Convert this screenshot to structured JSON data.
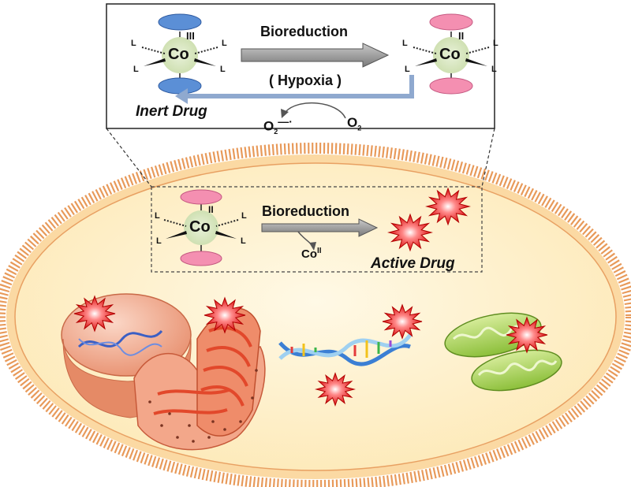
{
  "ligand": "L",
  "inert_complex": {
    "metal": "Co",
    "oxidation": "III"
  },
  "reduced_complex": {
    "metal": "Co",
    "oxidation": "II"
  },
  "cell_complex": {
    "metal": "Co",
    "oxidation": "II"
  },
  "top": {
    "bioreduction_label": "Bioreduction",
    "hypoxia_label": "( Hypoxia )",
    "inert_drug_label": "Inert Drug",
    "superoxide": {
      "base": "O",
      "sub": "2",
      "charge": "—·"
    },
    "oxygen": {
      "base": "O",
      "sub": "2"
    }
  },
  "cell": {
    "bioreduction_label": "Bioreduction",
    "released_ion": {
      "base": "Co",
      "oxidation": "II"
    },
    "active_drug_label": "Active Drug"
  },
  "colors": {
    "membrane": "#e89a5a",
    "cytoplasm": "#fde9b7",
    "inert_ligand": "#5b8fd6",
    "reduced_ligand": "#f48fb1",
    "active_drug": "#d90f0f",
    "reoxidation_arrow": "#8fa9cf"
  }
}
